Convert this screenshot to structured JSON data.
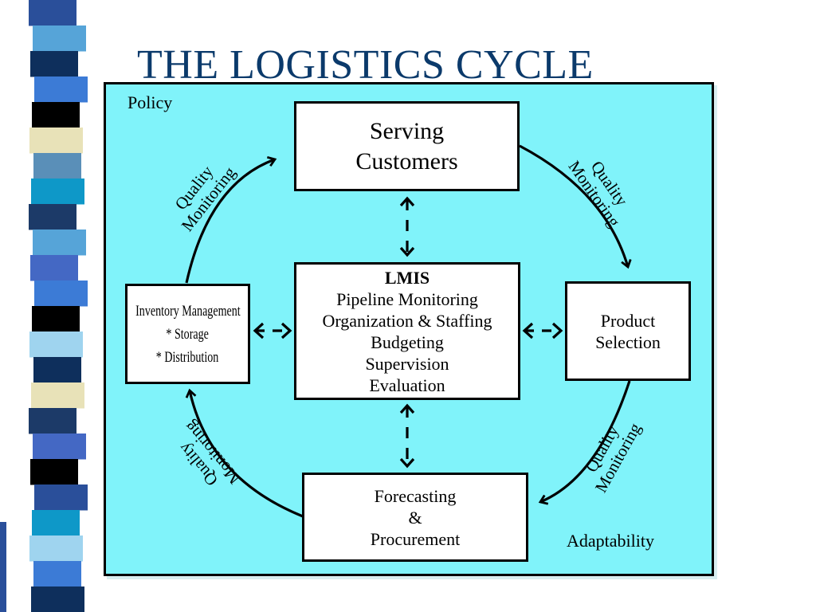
{
  "title": "THE LOGISTICS CYCLE",
  "corner_labels": {
    "policy": "Policy",
    "adaptability": "Adaptability"
  },
  "boxes": {
    "serving": {
      "line1": "Serving",
      "line2": "Customers"
    },
    "lmis": {
      "heading": "LMIS",
      "items": [
        "Pipeline Monitoring",
        "Organization & Staffing",
        "Budgeting",
        "Supervision",
        "Evaluation"
      ]
    },
    "inventory": {
      "line1": "Inventory Management",
      "line2": "* Storage",
      "line3": "* Distribution"
    },
    "product": {
      "line1": "Product",
      "line2": "Selection"
    },
    "forecast": {
      "line1": "Forecasting",
      "line2": "&",
      "line3": "Procurement"
    }
  },
  "cycle_labels": {
    "top_left": {
      "line1": "Quality",
      "line2": "Monitoring"
    },
    "top_right": {
      "line1": "Quality",
      "line2": "Monitoring"
    },
    "bottom_left": {
      "line1": "Quality",
      "line2": "Monitoring"
    },
    "bottom_right": {
      "line1": "Quality",
      "line2": "Monitoring"
    }
  },
  "colors": {
    "panel": "#80f3fa",
    "title": "#0b3a6b",
    "stripe": [
      "#2a4f9a",
      "#56a4d8",
      "#0e2f5c",
      "#3c7bd6",
      "#000000",
      "#e8e2b8",
      "#5a8fb8",
      "#0e98c8",
      "#1c3a68",
      "#9fd4ef",
      "#4468c4"
    ]
  }
}
